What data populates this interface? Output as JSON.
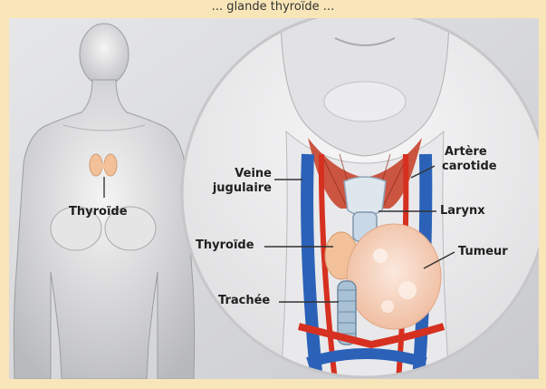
{
  "caption": "... glande thyroïde ...",
  "labels": {
    "body_thyroid": "Thyroïde",
    "jugular_line1": "Veine",
    "jugular_line2": "jugulaire",
    "thyroid": "Thyroïde",
    "trachea": "Trachée",
    "carotid_line1": "Artère",
    "carotid_line2": "carotide",
    "larynx": "Larynx",
    "tumor": "Tumeur"
  },
  "colors": {
    "background": "#f8e6b8",
    "panel": "#d9dadc",
    "skin": "#eeeeee",
    "artery": "#d63020",
    "vein": "#2b62b8",
    "thyroid": "#f2c19a",
    "tumor": "#f6d6c2",
    "muscle": "#c8452f"
  }
}
